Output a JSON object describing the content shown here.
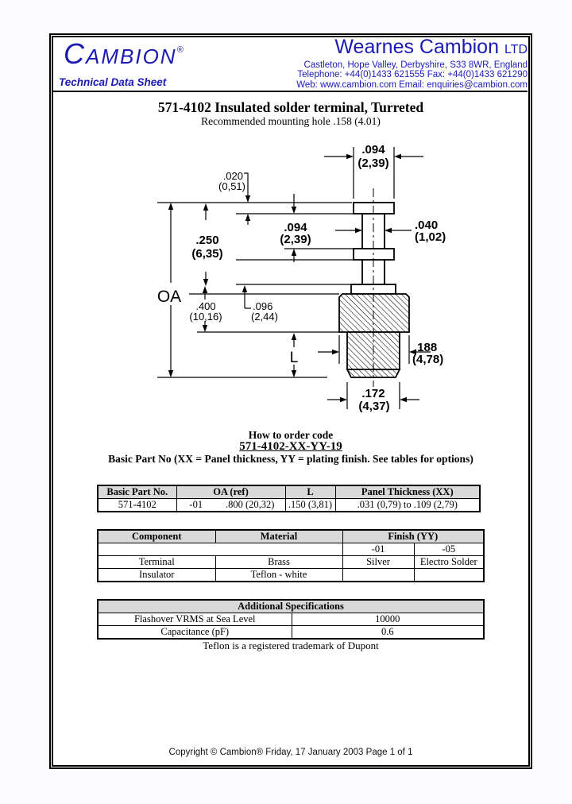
{
  "header": {
    "logo_c": "C",
    "logo_rest": "AMBION",
    "logo_reg": "®",
    "tagline": "Technical Data Sheet",
    "company": "Wearnes Cambion",
    "company_suffix": "LTD",
    "address": "Castleton, Hope Valley, Derbyshire, S33 8WR, England",
    "phones": "Telephone: +44(0)1433 621555  Fax: +44(0)1433 621290",
    "web": "Web: www.cambion.com Email: enquiries@cambion.com",
    "accent_color": "#1b1bb4"
  },
  "doc": {
    "title": "571-4102 Insulated solder terminal, Turreted",
    "subtitle": "Recommended mounting hole .158 (4.01)",
    "trademark_note": "Teflon is a registered trademark of Dupont",
    "footer": "Copyright © Cambion® Friday, 17 January 2003 Page 1 of 1"
  },
  "order": {
    "heading": "How to order code",
    "code": "571-4102-XX-YY-19",
    "note": "Basic Part No (XX = Panel thickness, YY = plating finish. See tables for options)"
  },
  "drawing": {
    "dim_top_width": ".094",
    "dim_top_width_mm": "(2,39)",
    "dim_cap": ".020",
    "dim_cap_mm": "(0,51)",
    "dim_upper": ".250",
    "dim_upper_mm": "(6,35)",
    "dim_groove": ".094",
    "dim_groove_mm": "(2,39)",
    "dim_stem": ".040",
    "dim_stem_mm": "(1,02)",
    "dim_overall": "OA",
    "dim_mid": ".400",
    "dim_mid_mm": "(10,16)",
    "dim_insulator": ".096",
    "dim_insulator_mm": "(2,44)",
    "dim_length": "L",
    "dim_body": ".188",
    "dim_body_mm": "(4,78)",
    "dim_tip": ".172",
    "dim_tip_mm": "(4,37)"
  },
  "tables": {
    "specs": {
      "headers": [
        "Basic Part No.",
        "OA (ref)",
        "L",
        "Panel Thickness (XX)"
      ],
      "row": [
        "571-4102",
        "-01",
        ".800 (20,32)",
        ".150 (3,81)",
        ".031 (0,79) to .109 (2,79)"
      ]
    },
    "materials": {
      "headers": [
        "Component",
        "Material",
        "Finish (YY)"
      ],
      "finish_codes": [
        "-01",
        "-05"
      ],
      "rows": [
        [
          "Terminal",
          "Brass",
          "Silver",
          "Electro Solder"
        ],
        [
          "Insulator",
          "Teflon - white",
          "",
          ""
        ]
      ]
    },
    "additional": {
      "title": "Additional Specifications",
      "rows": [
        [
          "Flashover VRMS at Sea Level",
          "10000"
        ],
        [
          "Capacitance (pF)",
          "0.6"
        ]
      ]
    }
  }
}
